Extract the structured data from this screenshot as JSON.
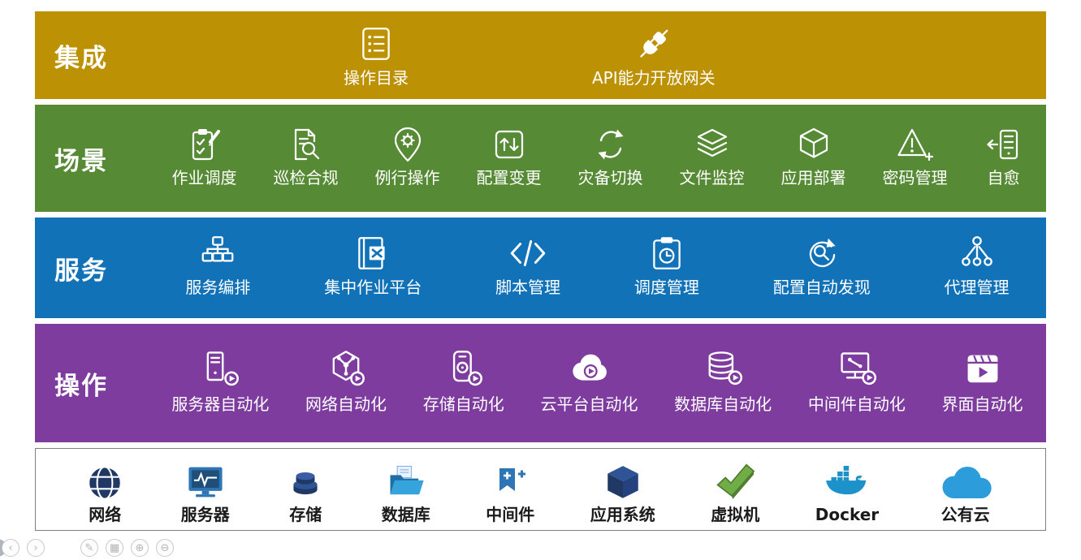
{
  "colors": {
    "integration_band": "#BD9104",
    "scenario_band": "#568A35",
    "service_band": "#1272B8",
    "operation_band": "#7D3C9E",
    "infra_border": "#7F7F7F",
    "infra_text": "#1A1A1A",
    "public_cloud_blue": "#2D9CDB",
    "vm_green": "#70AD47",
    "docker_blue": "#1D91C9",
    "navy": "#1F3864",
    "server_blue": "#2E75B6"
  },
  "bands": {
    "integration": {
      "label": "集成",
      "items": [
        {
          "label": "操作目录"
        },
        {
          "label": "API能力开放网关"
        }
      ]
    },
    "scenario": {
      "label": "场景",
      "items": [
        {
          "label": "作业调度"
        },
        {
          "label": "巡检合规"
        },
        {
          "label": "例行操作"
        },
        {
          "label": "配置变更"
        },
        {
          "label": "灾备切换"
        },
        {
          "label": "文件监控"
        },
        {
          "label": "应用部署"
        },
        {
          "label": "密码管理"
        },
        {
          "label": "自愈"
        }
      ]
    },
    "service": {
      "label": "服务",
      "items": [
        {
          "label": "服务编排"
        },
        {
          "label": "集中作业平台"
        },
        {
          "label": "脚本管理"
        },
        {
          "label": "调度管理"
        },
        {
          "label": "配置自动发现"
        },
        {
          "label": "代理管理"
        }
      ]
    },
    "operation": {
      "label": "操作",
      "items": [
        {
          "label": "服务器自动化"
        },
        {
          "label": "网络自动化"
        },
        {
          "label": "存储自动化"
        },
        {
          "label": "云平台自动化"
        },
        {
          "label": "数据库自动化"
        },
        {
          "label": "中间件自动化"
        },
        {
          "label": "界面自动化"
        }
      ]
    },
    "infrastructure": {
      "items": [
        {
          "label": "网络"
        },
        {
          "label": "服务器"
        },
        {
          "label": "存储"
        },
        {
          "label": "数据库"
        },
        {
          "label": "中间件"
        },
        {
          "label": "应用系统"
        },
        {
          "label": "虚拟机"
        },
        {
          "label": "Docker"
        },
        {
          "label": "公有云"
        }
      ]
    }
  },
  "viewer_controls": {
    "items": [
      {
        "name": "prev",
        "glyph": "‹"
      },
      {
        "name": "next",
        "glyph": "›"
      },
      {
        "name": "edit",
        "glyph": "✎"
      },
      {
        "name": "grid",
        "glyph": "▦"
      },
      {
        "name": "zoom-in",
        "glyph": "⊕"
      },
      {
        "name": "zoom-out",
        "glyph": "⊖"
      }
    ]
  }
}
